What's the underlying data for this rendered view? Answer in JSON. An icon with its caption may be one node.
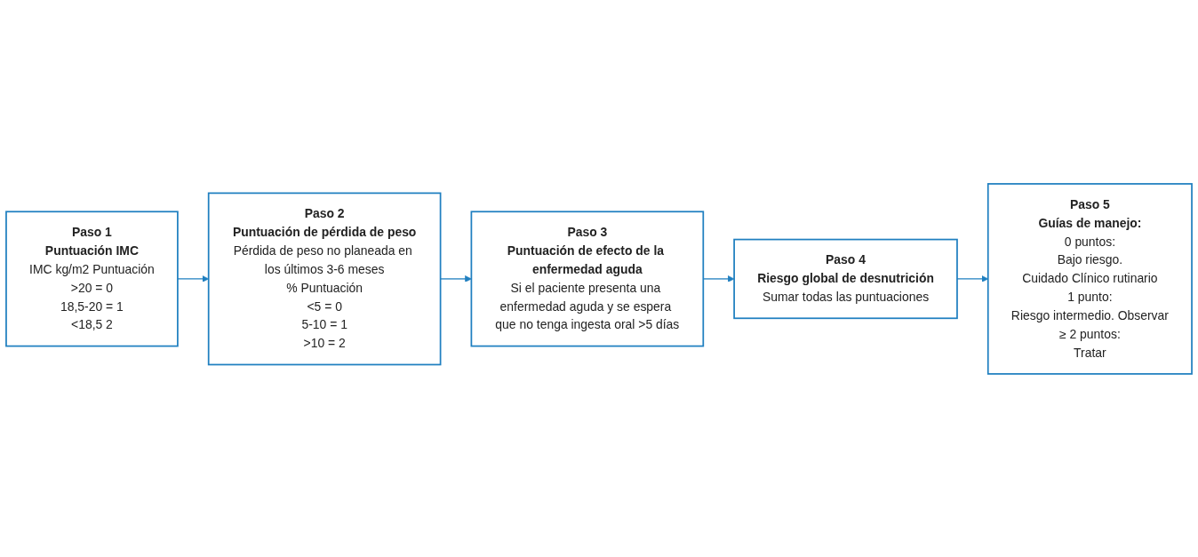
{
  "diagram": {
    "nodes": [
      {
        "text": [
          "Paso 1",
          "Puntuación IMC",
          "IMC kg/m2 Puntuación",
          ">20 = 0",
          "18,5-20 = 1",
          "<18,5 2"
        ]
      },
      {
        "text": [
          "Paso 2",
          "Puntuación de pérdida de peso",
          "Pérdida de peso no planeada en los últimos 3-6 meses",
          "% Puntuación",
          "<5 = 0",
          "5-10 = 1",
          ">10 = 2"
        ]
      },
      {
        "text": [
          "Paso 3",
          "Puntuación de efecto de la enfermedad aguda",
          "Si el paciente presenta una enfermedad aguda y se espera que no tenga ingesta oral >5 días"
        ]
      },
      {
        "text": [
          "Paso 4",
          "Riesgo global de desnutrición",
          "Sumar todas las puntuaciones"
        ]
      },
      {
        "text": [
          "Paso 5",
          "Guías de manejo:",
          "0 puntos:",
          "Bajo riesgo.",
          "Cuidado Clínico rutinario",
          "1 punto:",
          "Riesgo intermedio. Observar",
          "≥ 2 puntos:",
          "Tratar"
        ]
      }
    ],
    "edges": [
      {
        "from": 0,
        "to": 1,
        "arrow": "to"
      },
      {
        "from": 1,
        "to": 2,
        "arrow": "to"
      },
      {
        "from": 2,
        "to": 3,
        "arrow": "to"
      },
      {
        "from": 3,
        "to": 4,
        "arrow": "to"
      }
    ]
  }
}
